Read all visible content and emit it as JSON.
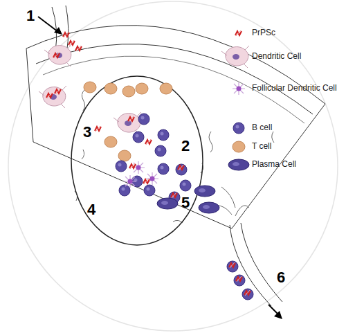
{
  "diagram": {
    "labels": [
      "1",
      "2",
      "3",
      "4",
      "5",
      "6"
    ],
    "legend": [
      {
        "text": "PrPSc"
      },
      {
        "text": "Dendritic Cell"
      },
      {
        "text": "Follicular Dendritic Cell"
      },
      {
        "text": "B cell"
      },
      {
        "text": "T cell"
      },
      {
        "text": "Plasma Cell"
      }
    ]
  }
}
